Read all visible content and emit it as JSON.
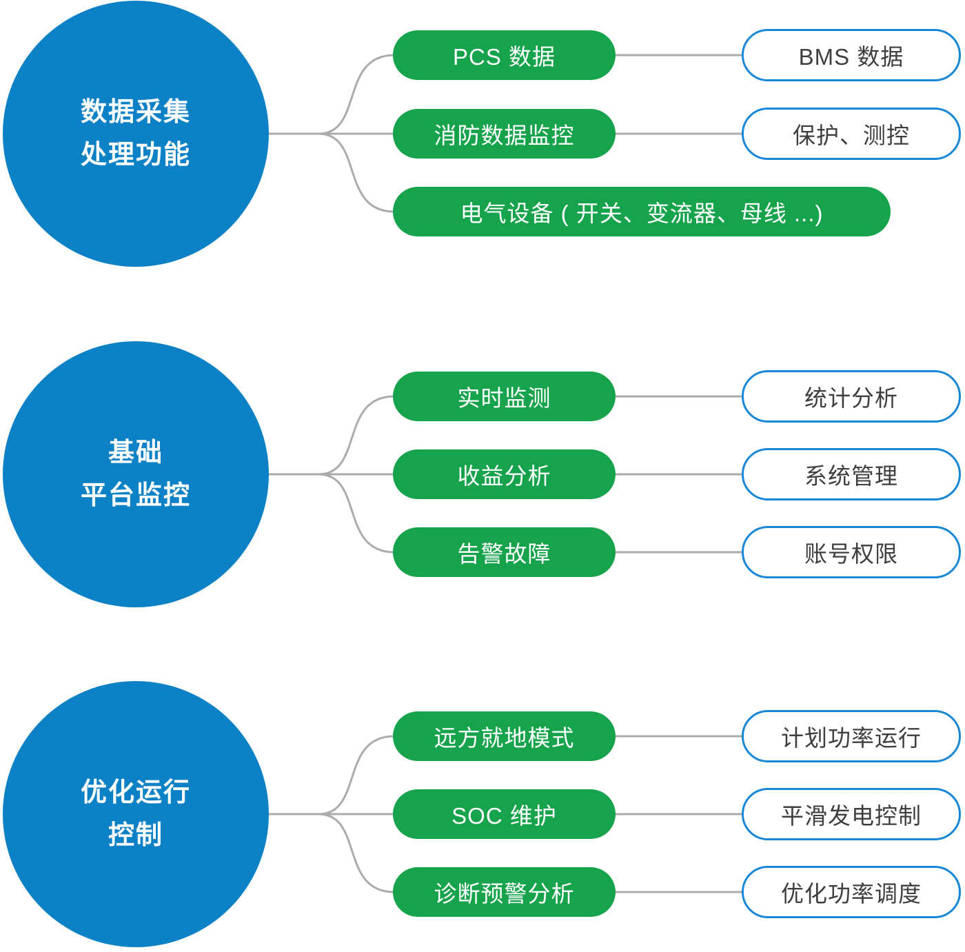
{
  "colors": {
    "circle_blue": "#0D81C6",
    "pill_green": "#16A34B",
    "pill_border_blue": "#1787D6",
    "connector_gray": "#ABABAB",
    "pill_text_dark": "#3E3E3E"
  },
  "sections": [
    {
      "circle": {
        "line1": "数据采集",
        "line2": "处理功能"
      },
      "rows": [
        {
          "green": "PCS 数据",
          "white": "BMS 数据"
        },
        {
          "green": "消防数据监控",
          "white": "保护、测控"
        },
        {
          "green": "电气设备 ( 开关、变流器、母线 ...)"
        }
      ]
    },
    {
      "circle": {
        "line1": "基础",
        "line2": "平台监控"
      },
      "rows": [
        {
          "green": "实时监测",
          "white": "统计分析"
        },
        {
          "green": "收益分析",
          "white": "系统管理"
        },
        {
          "green": "告警故障",
          "white": "账号权限"
        }
      ]
    },
    {
      "circle": {
        "line1": "优化运行",
        "line2": "控制"
      },
      "rows": [
        {
          "green": "远方就地模式",
          "white": "计划功率运行"
        },
        {
          "green": "SOC 维护",
          "white": "平滑发电控制"
        },
        {
          "green": "诊断预警分析",
          "white": "优化功率调度"
        }
      ]
    }
  ]
}
